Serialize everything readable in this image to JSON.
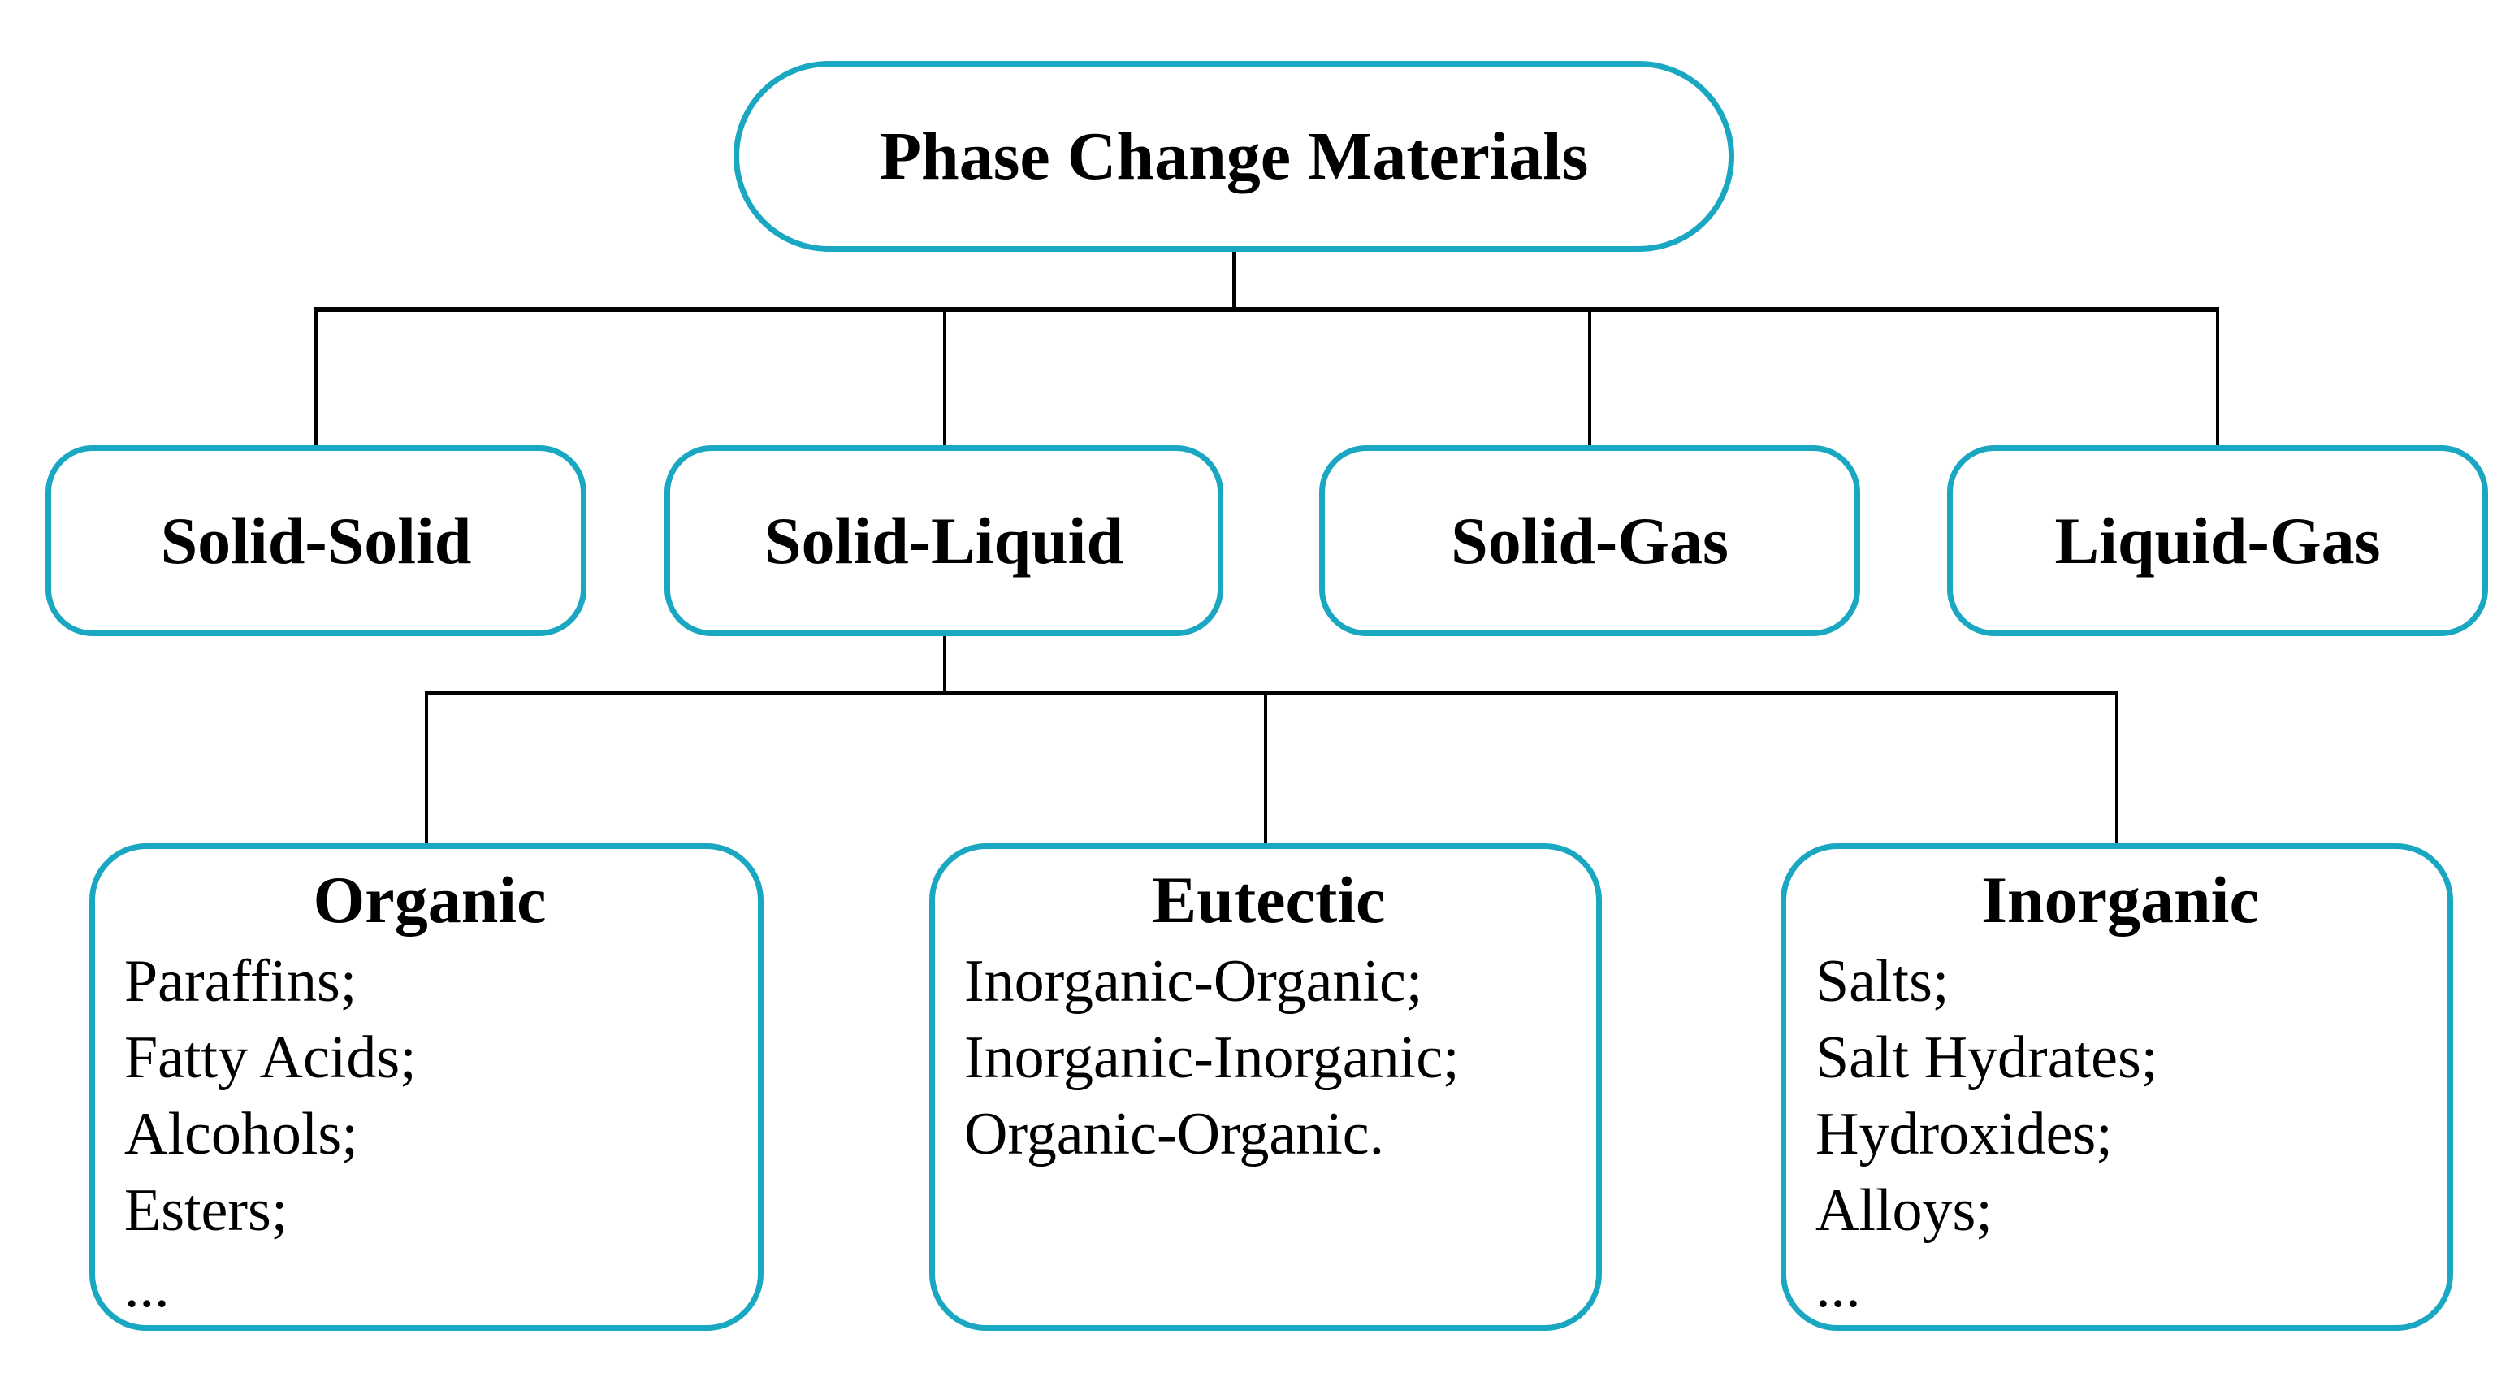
{
  "diagram": {
    "title": "Phase Change Materials",
    "colors": {
      "box_border": "#1aa7c2",
      "connector": "#000000",
      "background": "#ffffff",
      "text": "#000000"
    },
    "level1": {
      "label": "Phase Change Materials"
    },
    "level2": [
      {
        "label": "Solid-Solid"
      },
      {
        "label": "Solid-Liquid"
      },
      {
        "label": "Solid-Gas"
      },
      {
        "label": "Liquid-Gas"
      }
    ],
    "level3": [
      {
        "title": "Organic",
        "items": [
          "Paraffins;",
          "Fatty Acids;",
          "Alcohols;",
          "Esters;",
          "..."
        ]
      },
      {
        "title": "Eutectic",
        "items": [
          "Inorganic-Organic;",
          "Inorganic-Inorganic;",
          "Organic-Organic."
        ]
      },
      {
        "title": "Inorganic",
        "items": [
          "Salts;",
          "Salt Hydrates;",
          "Hydroxides;",
          "Alloys;",
          "..."
        ]
      }
    ]
  }
}
